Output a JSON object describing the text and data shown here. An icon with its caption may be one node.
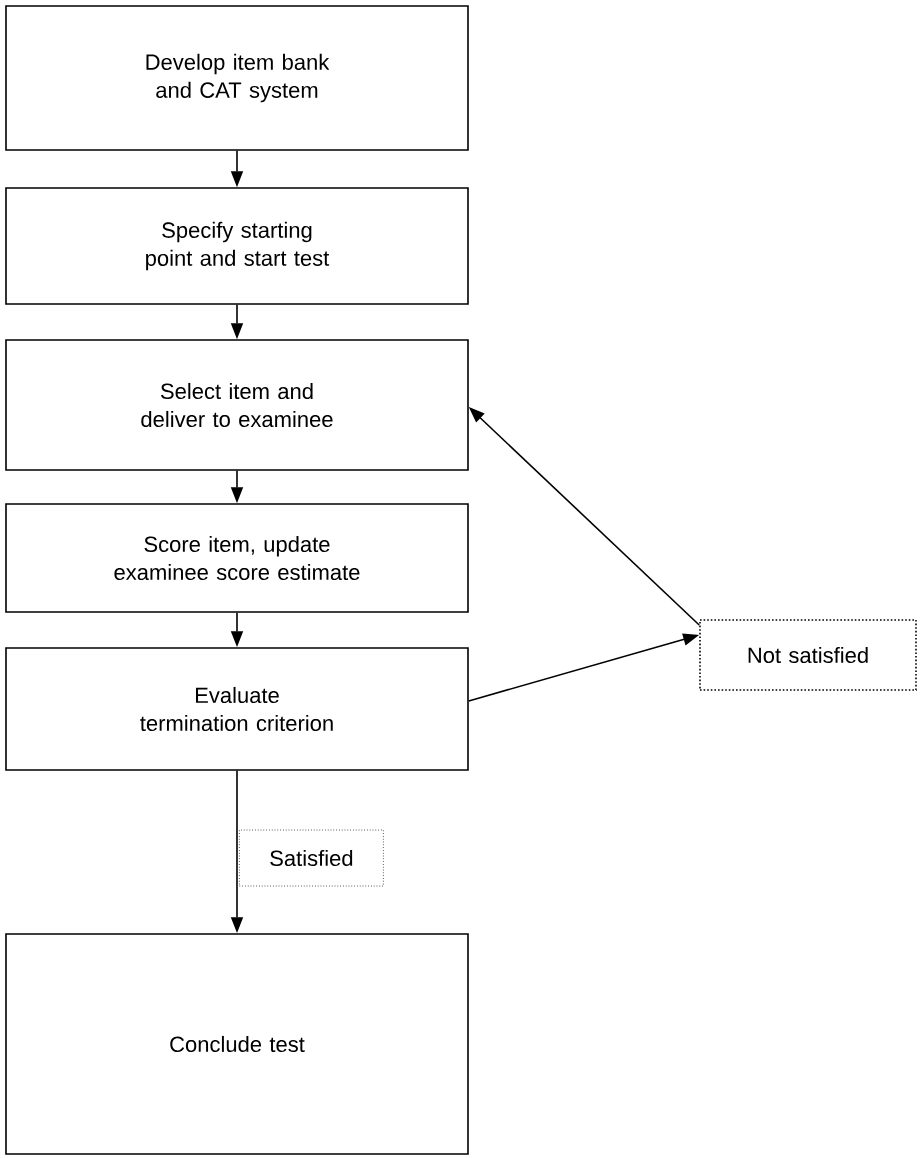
{
  "diagram": {
    "nodes": [
      {
        "text": [
          "Develop item bank and CAT system"
        ]
      },
      {
        "text": [
          "Specify starting point and start test"
        ]
      },
      {
        "text": [
          "Select item and deliver to examinee"
        ]
      },
      {
        "text": [
          "Score item, update examinee score estimate"
        ]
      },
      {
        "text": [
          "Evaluate termination criterion"
        ]
      },
      {
        "text": [
          "Conclude test"
        ]
      },
      {
        "text": [
          "Not satisfied"
        ]
      }
    ],
    "edges": [
      {
        "from": 0,
        "to": 1,
        "arrow": "to"
      },
      {
        "from": 1,
        "to": 2,
        "arrow": "to"
      },
      {
        "from": 2,
        "to": 3,
        "arrow": "to"
      },
      {
        "from": 3,
        "to": 4,
        "arrow": "to"
      },
      {
        "from": 4,
        "to": 5,
        "arrow": "to",
        "label": "Satisfied"
      },
      {
        "from": 4,
        "to": 6,
        "arrow": "to"
      },
      {
        "from": 6,
        "to": 2,
        "arrow": "to"
      }
    ]
  }
}
